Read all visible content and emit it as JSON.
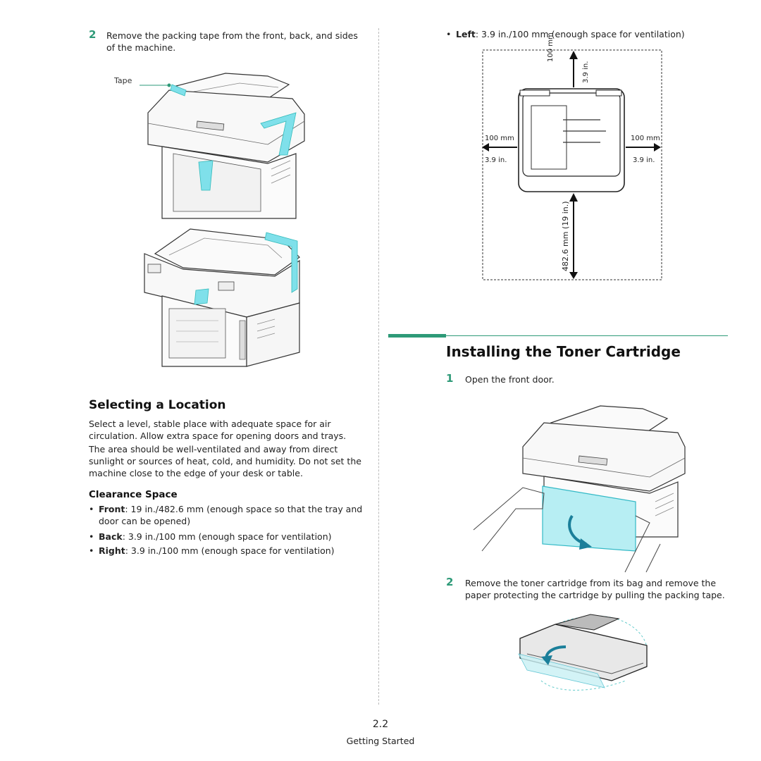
{
  "left": {
    "step2": {
      "number": "2",
      "text": "Remove the packing tape from the front, back, and sides of the machine."
    },
    "tape_label": "Tape",
    "section_title": "Selecting a Location",
    "para1": "Select a level, stable place with adequate space for air circulation. Allow extra space for opening doors and trays.",
    "para2": "The area should be well-ventilated and away from direct sunlight or sources of heat, cold, and humidity. Do not set the machine close to the edge of your desk or table.",
    "subsection_title": "Clearance Space",
    "bullets": [
      {
        "term": "Front",
        "text": ": 19 in./482.6 mm (enough space so that the tray and door can be opened)"
      },
      {
        "term": "Back",
        "text": ": 3.9 in./100 mm (enough space for ventilation)"
      },
      {
        "term": "Right",
        "text": ": 3.9 in./100 mm (enough space for ventilation)"
      }
    ]
  },
  "right": {
    "bullet_left": {
      "term": "Left",
      "text": ": 3.9 in./100 mm (enough space for ventilation)"
    },
    "diagram": {
      "top_mm": "100 mm",
      "top_in": "3.9 in.",
      "left_mm": "100 mm",
      "left_in": "3.9 in.",
      "right_mm": "100 mm",
      "right_in": "3.9 in.",
      "front": "482.6 mm (19 in.)"
    },
    "section_title": "Installing the Toner Cartridge",
    "step1": {
      "number": "1",
      "text": "Open the front door."
    },
    "step2": {
      "number": "2",
      "text": "Remove the toner cartridge from its bag and remove the paper protecting the cartridge by pulling the packing tape."
    }
  },
  "footer": {
    "page_number": "2.2",
    "chapter": "Getting Started"
  },
  "colors": {
    "accent": "#2e9a78",
    "tape": "#7fe0ea"
  }
}
